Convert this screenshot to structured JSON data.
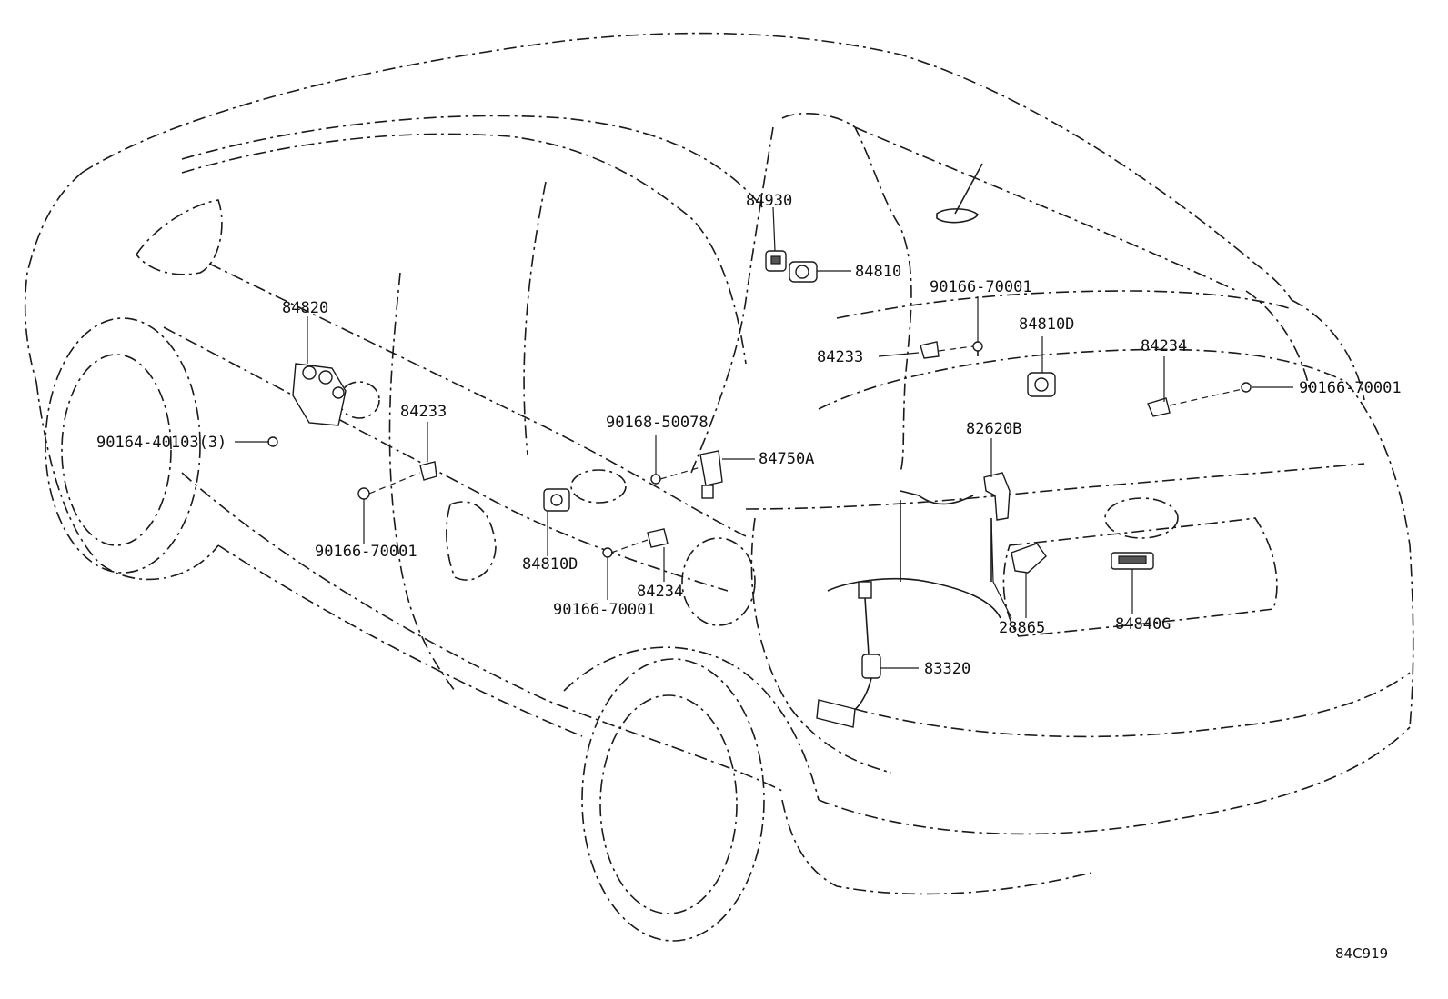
{
  "diagram": {
    "labels": {
      "p84930": "84930",
      "p84810": "84810",
      "p90166_tr": "90166-70001",
      "p84810D_r": "84810D",
      "p84233_r": "84233",
      "p84234_r": "84234",
      "p90166_far": "90166-70001",
      "p84820": "84820",
      "p90164": "90164-40103(3)",
      "p84233_l": "84233",
      "p90168": "90168-50078",
      "p84750A": "84750A",
      "p82620B": "82620B",
      "p90166_l": "90166-70001",
      "p84810D_l": "84810D",
      "p84234_m": "84234",
      "p90166_m": "90166-70001",
      "p28865": "28865",
      "p84840G": "84840G",
      "p83320": "83320",
      "code": "84C919"
    }
  }
}
